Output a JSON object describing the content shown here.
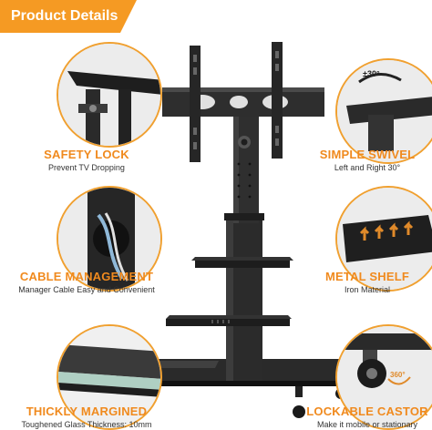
{
  "banner": {
    "label": "Product Details",
    "color": "#f59a23"
  },
  "accent_color": "#f08a1e",
  "features": {
    "safety_lock": {
      "title": "SAFETY LOCK",
      "subtitle": "Prevent TV Dropping",
      "icon": "lock-screw-icon"
    },
    "cable_management": {
      "title": "CABLE MANAGEMENT",
      "subtitle": "Manager Cable Easy and Convenient",
      "icon": "cable-channel-icon"
    },
    "thickly_margined": {
      "title": "THICKLY MARGINED",
      "subtitle": "Toughened Glass Thickness: 10mm",
      "icon": "glass-edge-icon"
    },
    "simple_swivel": {
      "title": "SIMPLE SWIVEL",
      "subtitle": "Left and Right 30°",
      "badge": "±30°",
      "icon": "swivel-icon"
    },
    "metal_shelf": {
      "title": "METAL SHELF",
      "subtitle": "Iron Material",
      "icon": "metal-shelf-icon"
    },
    "lockable_castor": {
      "title": "LOCKABLE CASTOR",
      "subtitle": "Make it mobile or stationary",
      "badge": "360°",
      "icon": "castor-wheel-icon"
    }
  }
}
